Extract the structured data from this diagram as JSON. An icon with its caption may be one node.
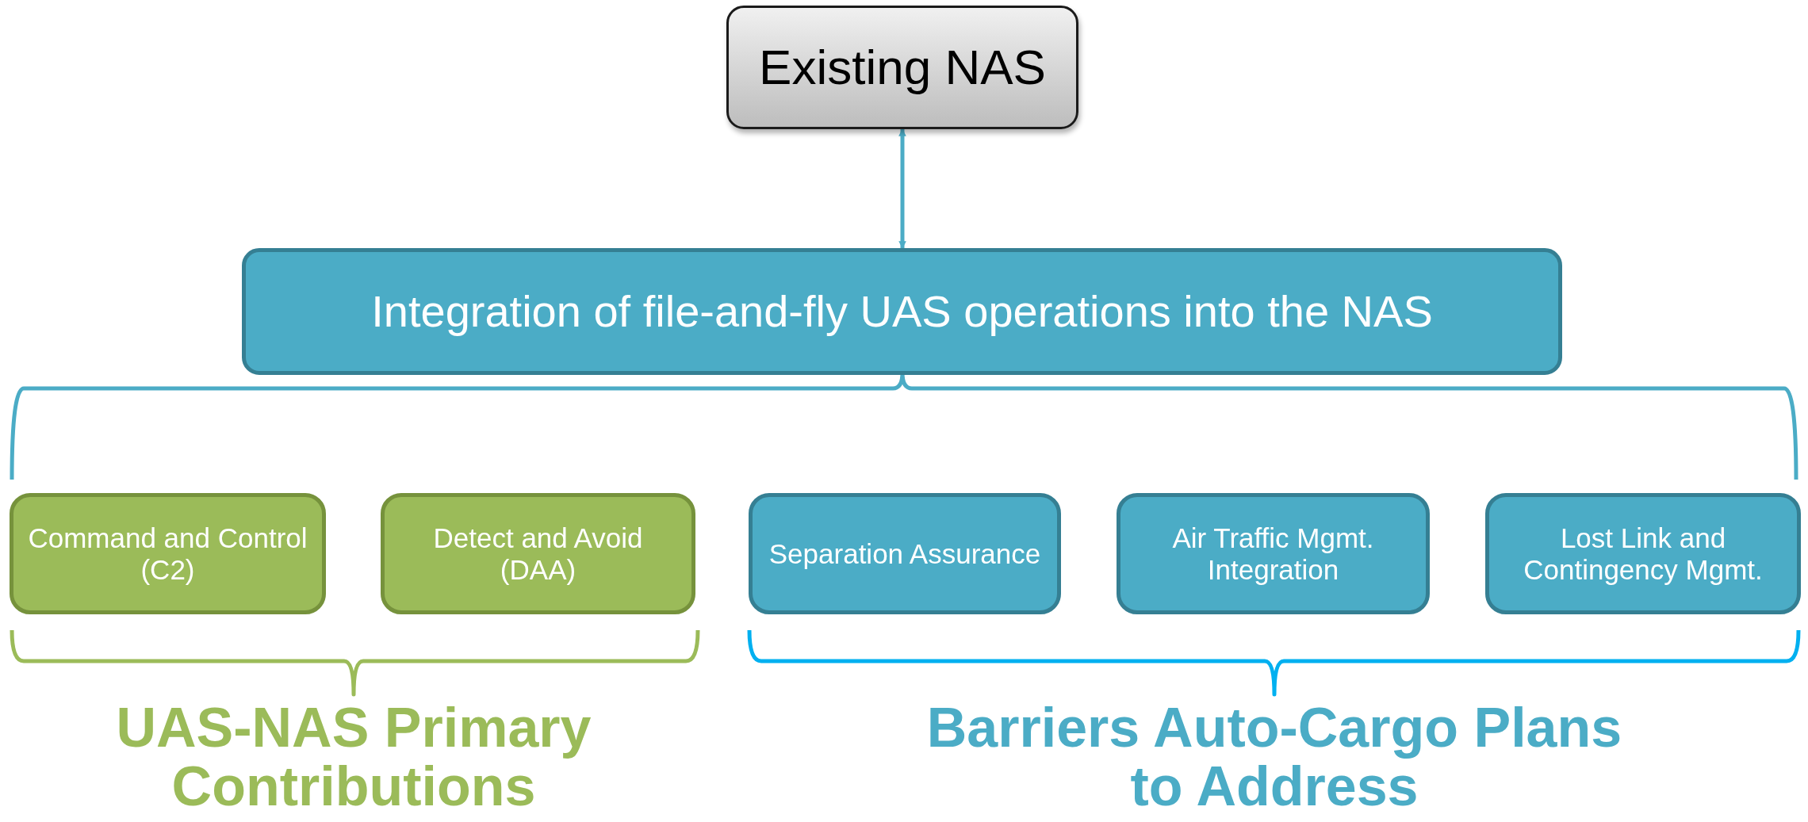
{
  "diagram": {
    "nodes": [
      {
        "text": [
          "Existing NAS"
        ]
      },
      {
        "text": [
          "Integration of file-and-fly UAS operations into the NAS"
        ]
      },
      {
        "text": [
          "Command and Control (C2)"
        ]
      },
      {
        "text": [
          "Detect and Avoid (DAA)"
        ]
      },
      {
        "text": [
          "Separation Assurance"
        ]
      },
      {
        "text": [
          "Air Traffic Mgmt. Integration"
        ]
      },
      {
        "text": [
          "Lost Link and Contingency Mgmt."
        ]
      }
    ],
    "edges": [
      {
        "from": 0,
        "to": 1,
        "arrow": "both"
      }
    ],
    "labels": [
      "UAS-NAS Primary Contributions",
      "Barriers Auto-Cargo Plans to Address"
    ]
  }
}
